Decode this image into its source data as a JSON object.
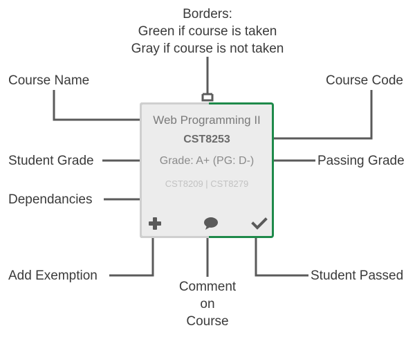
{
  "annotations": {
    "borders": {
      "title": "Borders:",
      "line1": "Green if course is taken",
      "line2": "Gray if course is not taken"
    },
    "course_name": "Course Name",
    "course_code": "Course Code",
    "student_grade": "Student Grade",
    "passing_grade": "Passing Grade",
    "dependancies": "Dependancies",
    "add_exemption": "Add Exemption",
    "comment": {
      "line1": "Comment",
      "line2": "on",
      "line3": "Course"
    },
    "student_passed": "Student Passed"
  },
  "card": {
    "course_name": "Web Programming II",
    "course_code": "CST8253",
    "grade_text": "Grade: A+ (PG: D-)",
    "dependencies_text": "CST8209 | CST8279",
    "icons": [
      "plus-icon",
      "comment-icon",
      "check-icon"
    ]
  },
  "colors": {
    "taken_border": "#1e8a4a",
    "not_taken_border": "#cfcfcf",
    "card_background": "#ececec",
    "connector": "#5a5a5a"
  }
}
